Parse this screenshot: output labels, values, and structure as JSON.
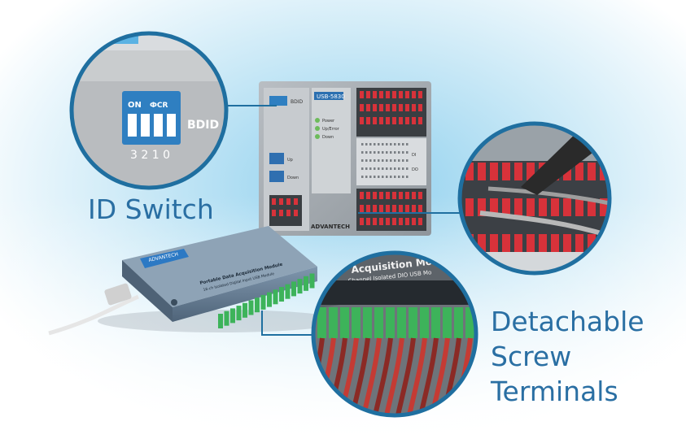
{
  "labels": {
    "id_switch": "ID Switch",
    "detachable": [
      "Detachable",
      "Screw",
      "Terminals"
    ]
  },
  "device_top": {
    "model": "USB-5830",
    "brand": "ADVANTECH",
    "board_id_label": "BDID",
    "leds": [
      "Power",
      "Up/Error",
      "Down"
    ],
    "usb_up": "Up",
    "usb_down": "Down",
    "port_labels": [
      "DI",
      "DO"
    ]
  },
  "device_bottom": {
    "brand": "ADVANTECH",
    "line1": "Portable Data Acquisition Module",
    "line2": "16-ch Isolated Digital Input USB Module"
  },
  "zoom_switch": {
    "on_label": "ON",
    "brand_mark": "ФCR",
    "board_id_label": "BDID",
    "digits": "3 2 1 0"
  },
  "zoom_terminal": {
    "caption": "Acquisition Mo",
    "subcaption": "Channel Isolated DIO USB Mo"
  },
  "colors": {
    "accent": "#2a6fa3",
    "ring": "#1f6fa0",
    "terminal_red": "#d8323a",
    "terminal_green": "#3db35a"
  }
}
